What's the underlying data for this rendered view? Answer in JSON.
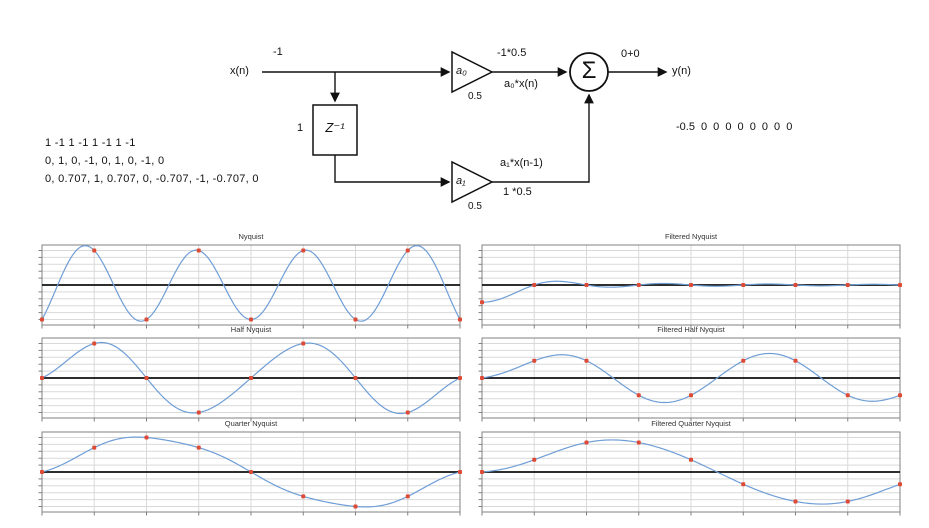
{
  "diagram": {
    "input_label": "x(n)",
    "input_value": "-1",
    "delay_coef": "1",
    "delay_box": "Z⁻¹",
    "a0_label": "a₀",
    "a0_value": "0.5",
    "a0_product": "-1*0.5",
    "a0_signal": "a₀*x(n)",
    "a1_label": "a₁",
    "a1_value": "0.5",
    "a1_signal": "a₁*x(n-1)",
    "a1_product": "1 *0.5",
    "sum_symbol": "Σ",
    "sum_output": "0+0",
    "output_label": "y(n)",
    "output_sequence": "-0.5 0 0 0 0 0 0 0 0",
    "sequences": [
      "1 -1 1 -1 1 -1 1 -1",
      "0, 1, 0, -1, 0, 1, 0, -1, 0",
      "0, 0.707, 1, 0.707, 0, -0.707, -1, -0.707, 0"
    ]
  },
  "chart_style": {
    "line_color": "#6f9ed6",
    "marker_color": "#dd4a35",
    "grid_color": "#d9d9d9",
    "spine_color": "#808080",
    "zero_line_color": "#111111",
    "title_color": "#333333"
  },
  "chart_data": [
    {
      "type": "line",
      "title": "Nyquist",
      "x": [
        0,
        1,
        2,
        3,
        4,
        5,
        6,
        7,
        8
      ],
      "y": [
        -1,
        1,
        -1,
        1,
        -1,
        1,
        -1,
        1,
        -1
      ],
      "interpolation": "sinc",
      "xlim": [
        0,
        8
      ],
      "ylim": [
        -1.16,
        1.16
      ],
      "grid": true,
      "markers": true
    },
    {
      "type": "line",
      "title": "Filtered Nyquist",
      "x": [
        0,
        1,
        2,
        3,
        4,
        5,
        6,
        7,
        8
      ],
      "y": [
        -0.5,
        0,
        0,
        0,
        0,
        0,
        0,
        0,
        0
      ],
      "interpolation": "sinc",
      "xlim": [
        0,
        8
      ],
      "ylim": [
        -1.16,
        1.16
      ],
      "grid": true,
      "markers": true
    },
    {
      "type": "line",
      "title": "Half Nyquist",
      "x": [
        0,
        1,
        2,
        3,
        4,
        5,
        6,
        7,
        8
      ],
      "y": [
        0,
        1,
        0,
        -1,
        0,
        1,
        0,
        -1,
        0
      ],
      "interpolation": "sinc",
      "xlim": [
        0,
        8
      ],
      "ylim": [
        -1.16,
        1.16
      ],
      "grid": true,
      "markers": true
    },
    {
      "type": "line",
      "title": "Filtered Half Nyquist",
      "x": [
        0,
        1,
        2,
        3,
        4,
        5,
        6,
        7,
        8
      ],
      "y": [
        0,
        0.5,
        0.5,
        -0.5,
        -0.5,
        0.5,
        0.5,
        -0.5,
        -0.5
      ],
      "interpolation": "sinc",
      "xlim": [
        0,
        8
      ],
      "ylim": [
        -1.16,
        1.16
      ],
      "grid": true,
      "markers": true
    },
    {
      "type": "line",
      "title": "Quarter Nyquist",
      "x": [
        0,
        1,
        2,
        3,
        4,
        5,
        6,
        7,
        8
      ],
      "y": [
        0,
        0.707,
        1,
        0.707,
        0,
        -0.707,
        -1,
        -0.707,
        0
      ],
      "interpolation": "sinc",
      "xlim": [
        0,
        8
      ],
      "ylim": [
        -1.16,
        1.16
      ],
      "grid": true,
      "markers": true
    },
    {
      "type": "line",
      "title": "Filtered Quarter Nyquist",
      "x": [
        0,
        1,
        2,
        3,
        4,
        5,
        6,
        7,
        8
      ],
      "y": [
        0,
        0.354,
        0.854,
        0.854,
        0.354,
        -0.354,
        -0.854,
        -0.854,
        -0.354
      ],
      "interpolation": "sinc",
      "xlim": [
        0,
        8
      ],
      "ylim": [
        -1.16,
        1.16
      ],
      "grid": true,
      "markers": true
    }
  ]
}
